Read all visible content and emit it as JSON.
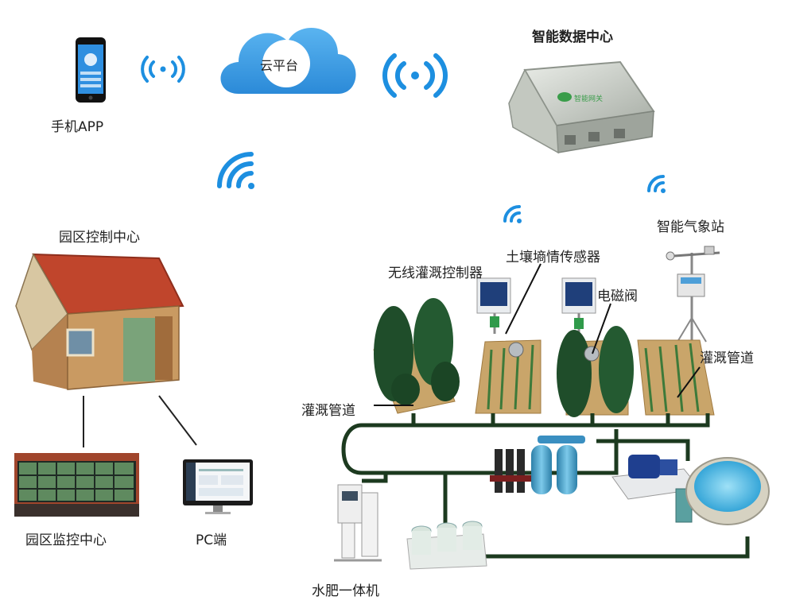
{
  "labels": {
    "phone_app": "手机APP",
    "cloud": "云平台",
    "data_center": "智能数据中心",
    "park_control": "园区控制中心",
    "park_monitor": "园区监控中心",
    "pc": "PC端",
    "weather_station": "智能气象站",
    "soil_sensor": "土壤墒情传感器",
    "wireless_controller": "无线灌溉控制器",
    "solenoid_valve": "电磁阀",
    "pipe_left": "灌溉管道",
    "pipe_right": "灌溉管道",
    "fertigation": "水肥一体机"
  },
  "gateway_badge": "智能网关",
  "colors": {
    "wifi": "#1d8fe0",
    "cloud": "#3ea0e6",
    "pipe": "#1c3a1f",
    "soil": "#c9a56a",
    "tree": "#1f4d2a",
    "roof": "#c0452c"
  },
  "icons": [
    "phone-icon",
    "cloud-icon",
    "gateway-device-icon",
    "house-icon",
    "video-wall-icon",
    "monitor-icon",
    "weather-station-icon",
    "solar-panel-icon",
    "tank-icon",
    "pump-icon",
    "pool-icon",
    "wifi-icon"
  ]
}
